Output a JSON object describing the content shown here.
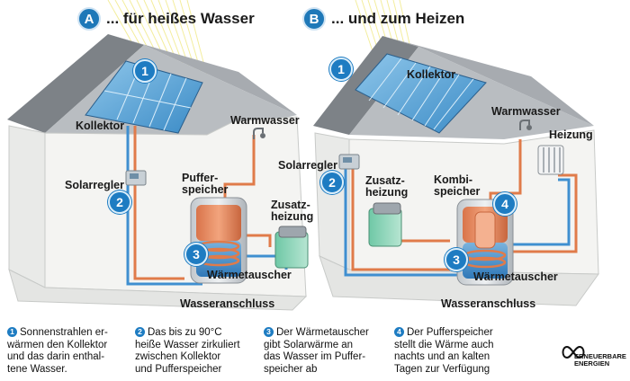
{
  "headings": [
    {
      "letter": "A",
      "text": "... für heißes Wasser"
    },
    {
      "letter": "B",
      "text": "... und zum Heizen"
    }
  ],
  "house_a": {
    "kollektor": "Kollektor",
    "warmwasser": "Warmwasser",
    "solarregler": "Solarregler",
    "pufferspeicher": [
      "Puffer-",
      "speicher"
    ],
    "zusatzheizung": [
      "Zusatz-",
      "heizung"
    ],
    "waermetauscher": "Wärmetauscher",
    "wasseranschluss": "Wasseranschluss"
  },
  "house_b": {
    "kollektor": "Kollektor",
    "warmwasser": "Warmwasser",
    "heizung": "Heizung",
    "solarregler": "Solarregler",
    "zusatzheizung": [
      "Zusatz-",
      "heizung"
    ],
    "kombispeicher": [
      "Kombi-",
      "speicher"
    ],
    "waermetauscher": "Wärmetauscher",
    "wasseranschluss": "Wasseranschluss"
  },
  "numbers": [
    "1",
    "2",
    "3",
    "4"
  ],
  "captions": [
    {
      "num": "1",
      "lines": [
        "Sonnenstrahlen er-",
        "wärmen den Kollektor",
        "und das darin enthal-",
        "tene Wasser."
      ]
    },
    {
      "num": "2",
      "lines": [
        "Das bis zu 90°C",
        "heiße Wasser zirkuliert",
        "zwischen Kollektor",
        "und Pufferspeicher"
      ]
    },
    {
      "num": "3",
      "lines": [
        "Der Wärmetauscher",
        "gibt Solarwärme an",
        "das Wasser im Puffer-",
        "speicher ab"
      ]
    },
    {
      "num": "4",
      "lines": [
        "Der Pufferspeicher",
        "stellt die Wärme auch",
        "nachts und an kalten",
        "Tagen zur Verfügung"
      ]
    }
  ],
  "logo": {
    "line1": "ERNEUERBARE",
    "line2": "ENERGIEN"
  },
  "colors": {
    "badge": "#1e7cc2",
    "hot_pipe": "#e07b4a",
    "cold_pipe": "#3f8fd0",
    "roof": "#8f9499",
    "wall": "#f2f2f0"
  }
}
